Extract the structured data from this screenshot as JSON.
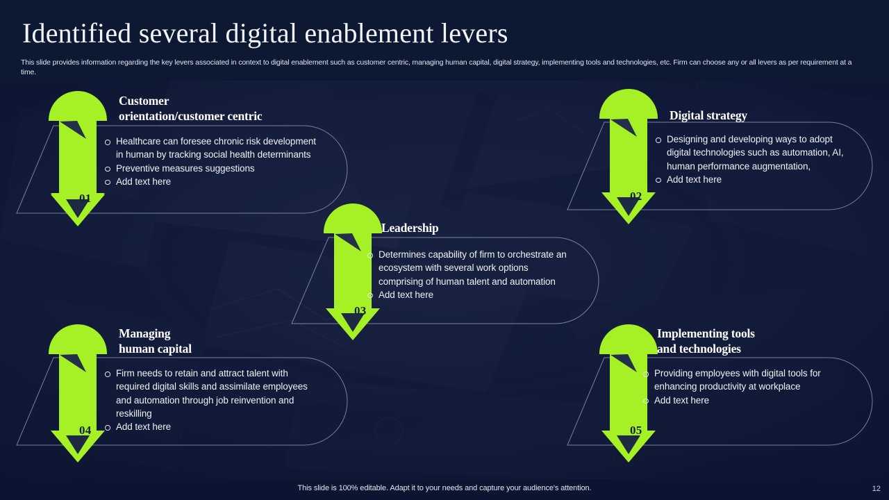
{
  "slide": {
    "title": "Identified several digital enablement levers",
    "subtitle": "This slide provides information regarding the key levers associated in context to digital enablement such as customer centric, managing human capital, digital strategy, implementing tools and technologies, etc. Firm can choose any or all levers as per requirement at a time.",
    "footer_note": "This slide is 100% editable. Adapt it to your needs and capture your audience's attention.",
    "page_number": "12"
  },
  "colors": {
    "accent_green": "#A6F026",
    "background_navy": "#0d1832",
    "body_navy": "#202a45",
    "card_outline": "#9aa5bd",
    "text_light": "#eef1f7"
  },
  "levers": [
    {
      "number": "01",
      "heading": "Customer\norientation/customer centric",
      "bullets": [
        "Healthcare can foresee chronic risk development in human by tracking social health determinants",
        "Preventive measures suggestions",
        "Add text here"
      ]
    },
    {
      "number": "02",
      "heading": "Digital strategy",
      "bullets": [
        "Designing and developing ways to adopt digital technologies such as automation, AI, human performance augmentation,",
        "Add text here"
      ]
    },
    {
      "number": "03",
      "heading": "Leadership",
      "bullets": [
        "Determines capability of firm to orchestrate an ecosystem with several work options comprising of human talent and automation",
        "Add text here"
      ]
    },
    {
      "number": "04",
      "heading": "Managing\nhuman capital",
      "bullets": [
        "Firm needs to retain and attract talent with required digital skills and assimilate employees and automation through job reinvention and reskilling",
        "Add text here"
      ]
    },
    {
      "number": "05",
      "heading": "Implementing tools\nand technologies",
      "bullets": [
        "Providing employees with digital tools for enhancing productivity at workplace",
        "Add text here"
      ]
    }
  ]
}
